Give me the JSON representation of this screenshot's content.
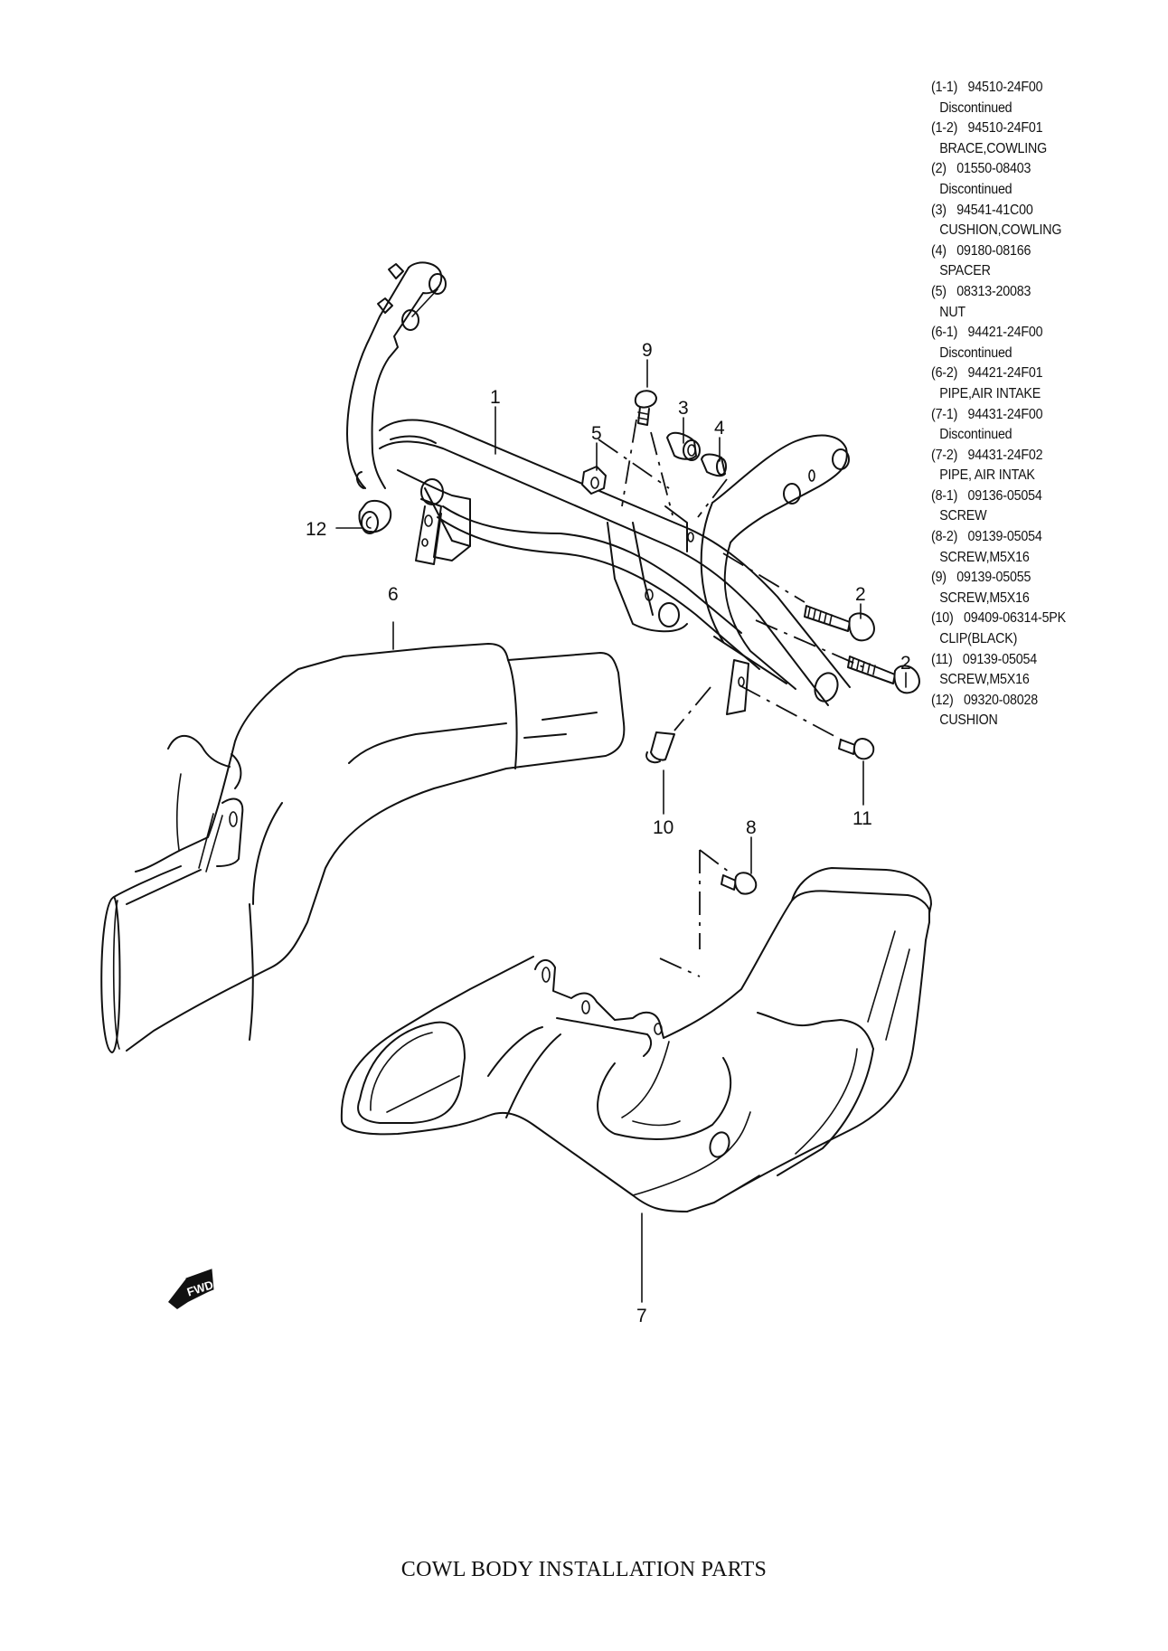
{
  "diagram": {
    "title": "COWL BODY INSTALLATION PARTS",
    "fwd_label": "FWD",
    "callouts": [
      "1",
      "2",
      "2",
      "3",
      "4",
      "5",
      "6",
      "7",
      "8",
      "9",
      "10",
      "11",
      "12"
    ]
  },
  "parts_list": [
    {
      "ref": "(1-1)",
      "part_number": "94510-24F00",
      "description": "Discontinued"
    },
    {
      "ref": "(1-2)",
      "part_number": "94510-24F01",
      "description": "BRACE,COWLING"
    },
    {
      "ref": "(2)",
      "part_number": "01550-08403",
      "description": "Discontinued"
    },
    {
      "ref": "(3)",
      "part_number": "94541-41C00",
      "description": "CUSHION,COWLING"
    },
    {
      "ref": "(4)",
      "part_number": "09180-08166",
      "description": "SPACER"
    },
    {
      "ref": "(5)",
      "part_number": "08313-20083",
      "description": "NUT"
    },
    {
      "ref": "(6-1)",
      "part_number": "94421-24F00",
      "description": "Discontinued"
    },
    {
      "ref": "(6-2)",
      "part_number": "94421-24F01",
      "description": "PIPE,AIR INTAKE"
    },
    {
      "ref": "(7-1)",
      "part_number": "94431-24F00",
      "description": "Discontinued"
    },
    {
      "ref": "(7-2)",
      "part_number": "94431-24F02",
      "description": "PIPE, AIR INTAK"
    },
    {
      "ref": "(8-1)",
      "part_number": "09136-05054",
      "description": "SCREW"
    },
    {
      "ref": "(8-2)",
      "part_number": "09139-05054",
      "description": "SCREW,M5X16"
    },
    {
      "ref": "(9)",
      "part_number": "09139-05055",
      "description": "SCREW,M5X16"
    },
    {
      "ref": "(10)",
      "part_number": "09409-06314-5PK",
      "description": "CLIP(BLACK)"
    },
    {
      "ref": "(11)",
      "part_number": "09139-05054",
      "description": "SCREW,M5X16"
    },
    {
      "ref": "(12)",
      "part_number": "09320-08028",
      "description": "CUSHION"
    }
  ]
}
